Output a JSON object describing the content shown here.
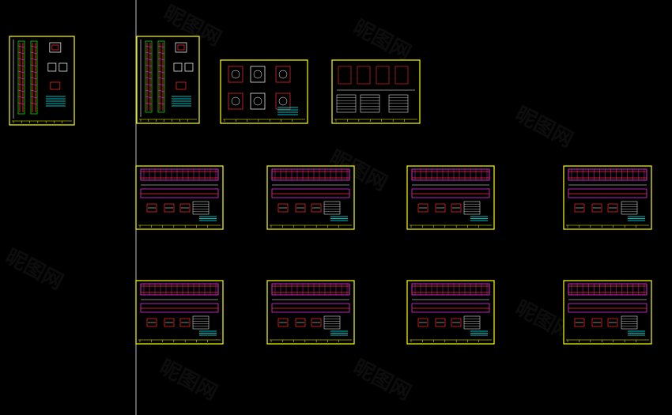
{
  "canvas": {
    "background": "#000000"
  },
  "colors": {
    "frame": "#ffff00",
    "rebar_red": "#ff2a2a",
    "rebar_magenta": "#ff33ff",
    "line_white": "#ffffff",
    "note_cyan": "#00ffff",
    "line_green": "#00dd00",
    "divider": "#bfbfbf"
  },
  "watermark": {
    "text": "昵图网"
  },
  "sheets": [
    {
      "kind": "pile-tall"
    },
    {
      "kind": "pile-tall"
    },
    {
      "kind": "sections"
    },
    {
      "kind": "rebar-tables"
    },
    {
      "kind": "beam"
    },
    {
      "kind": "beam"
    },
    {
      "kind": "beam"
    },
    {
      "kind": "beam"
    },
    {
      "kind": "beam"
    },
    {
      "kind": "beam"
    },
    {
      "kind": "beam"
    },
    {
      "kind": "beam"
    }
  ]
}
